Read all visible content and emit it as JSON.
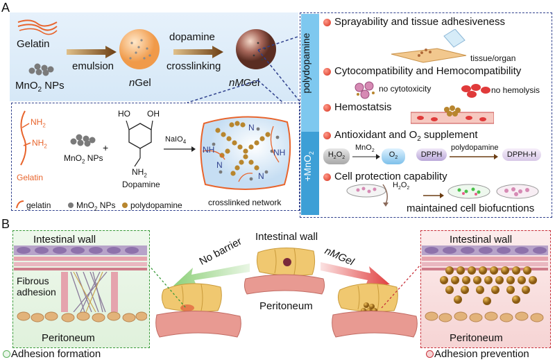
{
  "panel_a": {
    "label": "A",
    "gelatin": "Gelatin",
    "mno2_nps_prefix": "MnO",
    "mno2_nps_sub": "2",
    "mno2_nps_suffix": " NPs",
    "emulsion": "emulsion",
    "ngel_n": "n",
    "ngel_rest": "Gel",
    "dopamine": "dopamine",
    "crosslinking": "crosslinking",
    "nmgel_n": "nM",
    "nmgel_rest": "Gel",
    "polydopamine_band": "polydopamine",
    "mno2_band_prefix": "+MnO",
    "mno2_band_sub": "2",
    "reaction": {
      "gelatin_label": "Gelatin",
      "nh2_a": "NH",
      "nh2_b": "NH",
      "sub2": "2",
      "mno2_nps": "MnO",
      "mno2_nps_rest": " NPs",
      "plus": "+",
      "ho": "HO",
      "oh": "OH",
      "nh2_dopamine": "NH",
      "dopamine_label": "Dopamine",
      "naio4_prefix": "NaIO",
      "naio4_sub": "4",
      "network_label": "crosslinked network",
      "nh_glyph": "NH",
      "n_glyph": "N"
    },
    "legend": {
      "gelatin": "gelatin",
      "mno2_prefix": "MnO",
      "mno2_sub": "2",
      "mno2_suffix": " NPs",
      "polydopamine": "polydopamine"
    },
    "features": {
      "f1": "Sprayability and tissue adhesiveness",
      "tissue_organ": "tissue/organ",
      "f2": "Cytocompatibility and Hemocompatibility",
      "no_cytotoxicity": "no cytotoxicity",
      "no_hemolysis": "no hemolysis",
      "f3": "Hemostatsis",
      "f4_prefix": "Antioxidant and O",
      "f4_sub": "2",
      "f4_suffix": " supplement",
      "h2o2_h": "H",
      "h2o2_o": "O",
      "mno2_arrow": "MnO",
      "o2": "O",
      "dpph": "DPPH",
      "polydopamine_arrow": "polydopamine",
      "dpph_h": "DPPH-H",
      "f5": "Cell protection capability",
      "h2o2_label_h": "H",
      "h2o2_label_o": "O",
      "maintained": "maintained cell biofucntions"
    }
  },
  "panel_b": {
    "label": "B",
    "left_intestinal_wall": "Intestinal wall",
    "fibrous": "Fibrous",
    "adhesion": "adhesion",
    "left_peritoneum": "Peritoneum",
    "adhesion_formation": "Adhesion formation",
    "center_intestinal_wall": "Intestinal wall",
    "no_barrier": "No barrier",
    "nmgel_arrow": "nMGel",
    "center_peritoneum": "Peritoneum",
    "right_intestinal_wall": "Intestinal wall",
    "right_peritoneum": "Peritoneum",
    "adhesion_prevention": "Adhesion prevention"
  },
  "colors": {
    "accent_blue": "#2e3f8c",
    "band_blue": "#3d9fd6",
    "gelatin_orange": "#e8642c",
    "polydopamine_brown": "#b8862e",
    "left_green": "#3a9a3a",
    "right_red": "#c8303a"
  }
}
